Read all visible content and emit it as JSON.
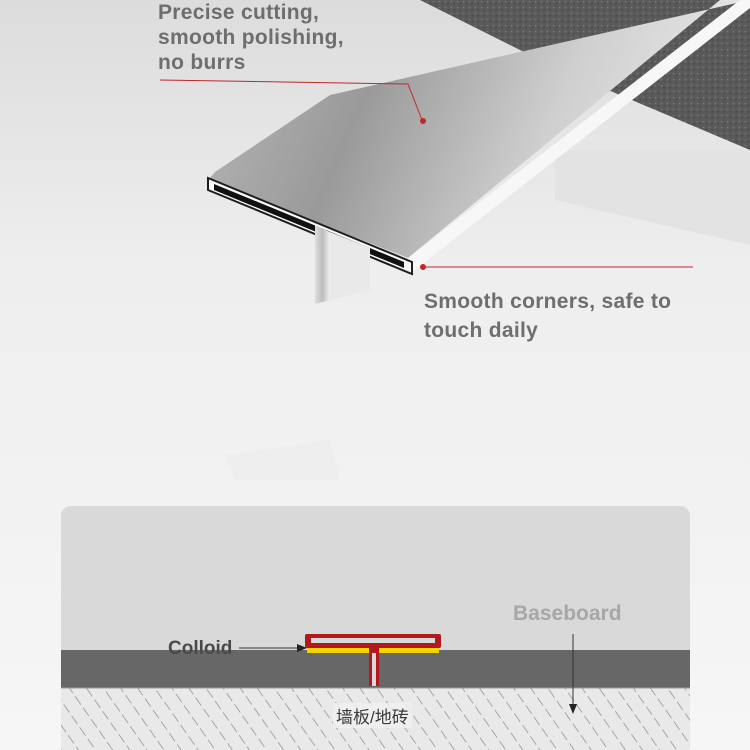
{
  "callouts": {
    "top": [
      "Precise cutting,",
      "smooth polishing,",
      "no burrs"
    ],
    "middle": [
      "Smooth corners, safe to",
      "touch daily"
    ]
  },
  "diagram": {
    "colloid_label": "Colloid",
    "baseboard_label": "Baseboard",
    "wall_floor_label": "墙板/地砖"
  },
  "colors": {
    "leader_line": "#c0282d",
    "profile_red": "#b3191c",
    "colloid_yellow": "#f2d400",
    "text_gray": "#6e6e6e"
  }
}
